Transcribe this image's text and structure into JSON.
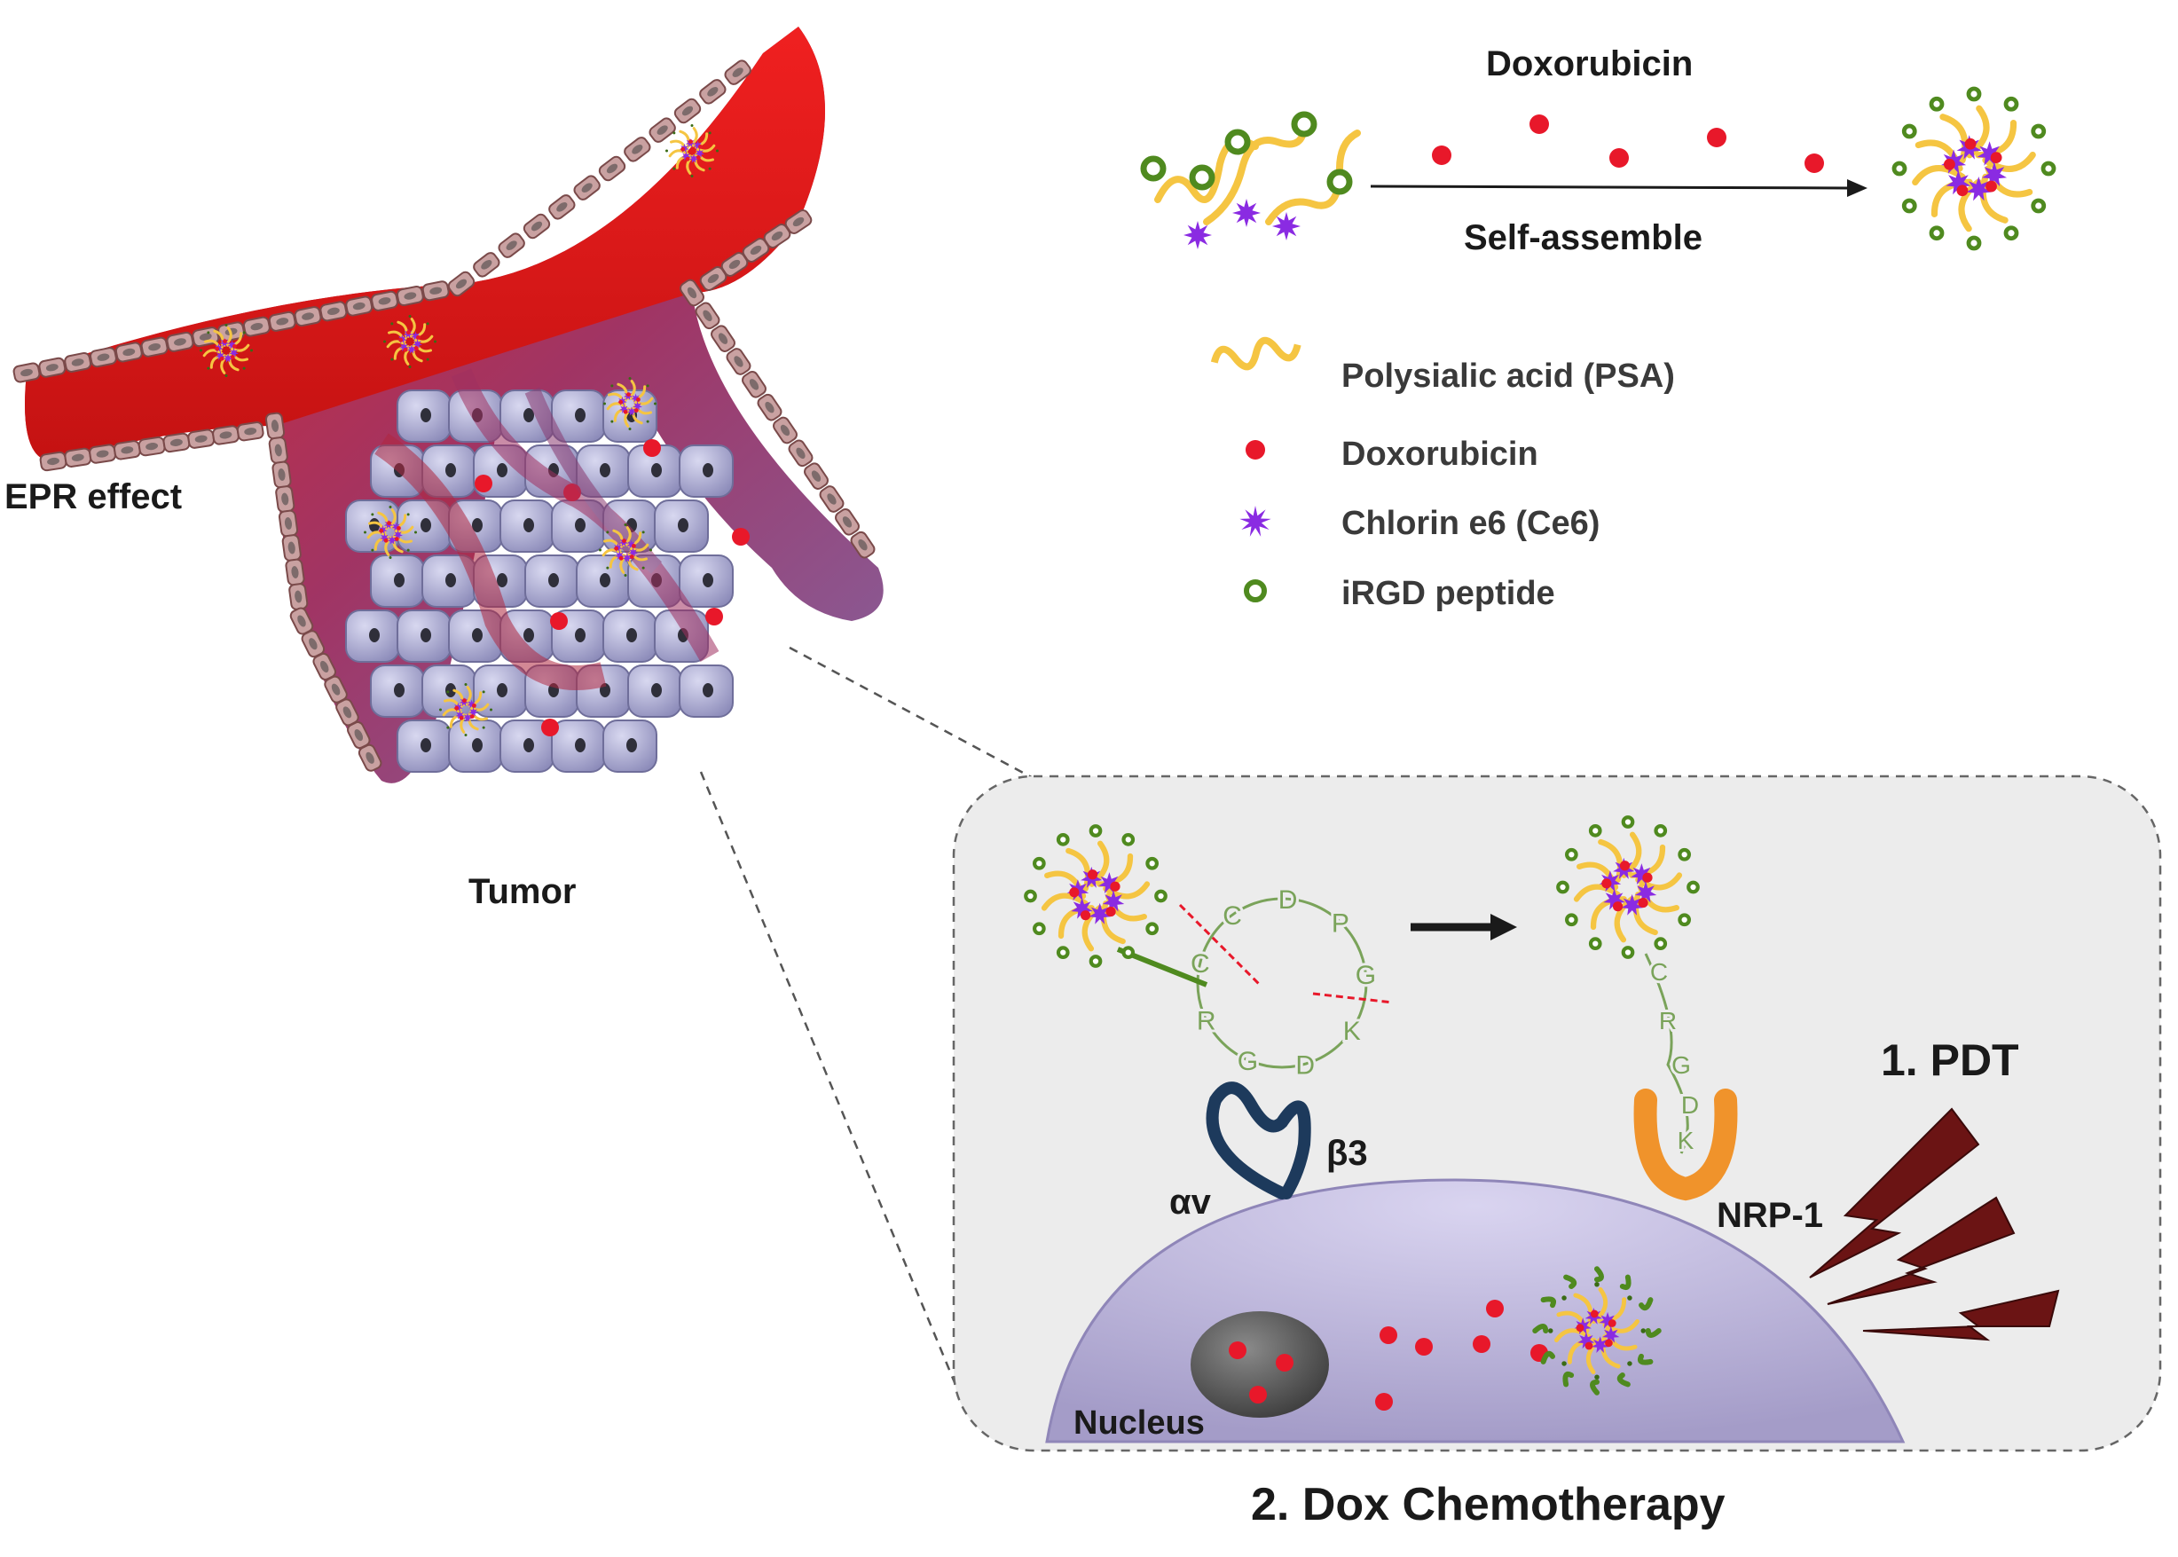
{
  "top": {
    "drug_label": "Doxorubicin",
    "process_label": "Self-assemble"
  },
  "legend": [
    {
      "icon": "psa-chain-icon",
      "label": "Polysialic acid (PSA)",
      "color": "#f5c542"
    },
    {
      "icon": "red-dot-icon",
      "label": "Doxorubicin",
      "color": "#e8182a"
    },
    {
      "icon": "purple-star-icon",
      "label": "Chlorin e6 (Ce6)",
      "color": "#8a2be2"
    },
    {
      "icon": "green-ring-icon",
      "label": "iRGD peptide",
      "color": "#4f8a1f"
    }
  ],
  "left": {
    "epr_label": "EPR effect",
    "tumor_label": "Tumor"
  },
  "peptide": {
    "ring_letters": [
      "C",
      "D",
      "P",
      "G",
      "K",
      "D",
      "G",
      "R",
      "C"
    ],
    "chain_letters": [
      "C",
      "R",
      "G",
      "D",
      "K"
    ]
  },
  "cell": {
    "alpha_label": "αv",
    "beta_label": "β3",
    "nrp_label": "NRP-1",
    "nucleus_label": "Nucleus"
  },
  "therapy": {
    "pdt_label": "1. PDT",
    "chemo_label": "2. Dox Chemotherapy"
  },
  "colors": {
    "vessel": "#e01a1a",
    "tumor_cell": "#a9a8d4",
    "panel_bg": "#ececec",
    "lightning": "#6b1414",
    "peptide": "#7aa35a",
    "nrp": "#f0932b",
    "integrin": "#1d3a5c"
  }
}
